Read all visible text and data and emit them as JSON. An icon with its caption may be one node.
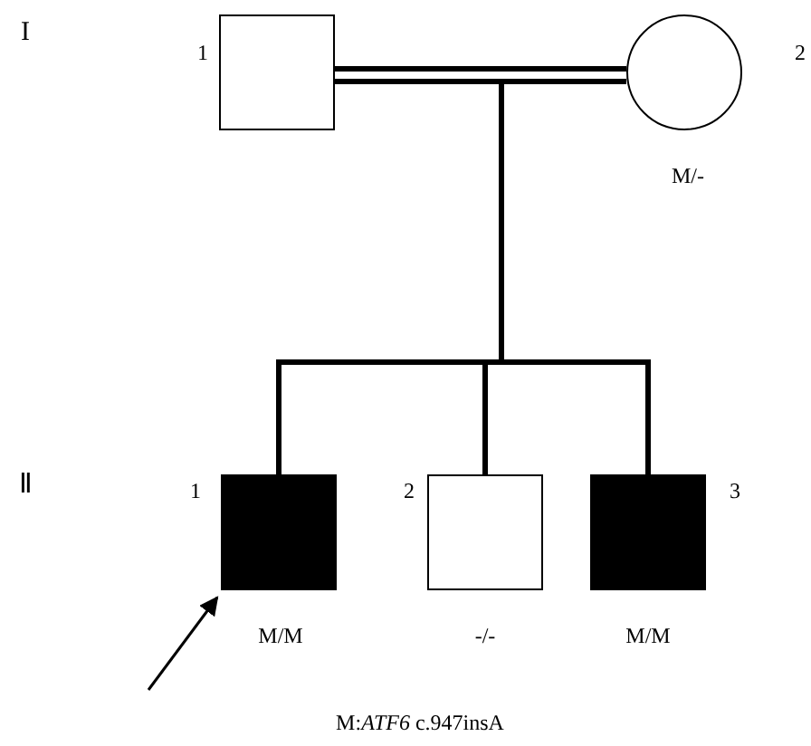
{
  "diagram": {
    "caption": "M:*ATF6* c.947insA",
    "nodes": [
      {
        "text": [],
        "shape": "box",
        "beside": [
          "1"
        ]
      },
      {
        "text": [],
        "shape": "circle",
        "beside": [
          "2",
          "M/-"
        ]
      },
      {
        "text": [],
        "shape": "filled-box",
        "beside": [
          "1",
          "M/M"
        ]
      },
      {
        "text": [],
        "shape": "box",
        "beside": [
          "2",
          "-/-"
        ]
      },
      {
        "text": [],
        "shape": "filled-box",
        "beside": [
          "3",
          "M/M"
        ]
      }
    ],
    "edges": [
      {
        "from": 0,
        "to": 1,
        "arrow": "none"
      },
      {
        "from": 0,
        "to": 2,
        "arrow": "none"
      },
      {
        "from": 0,
        "to": 3,
        "arrow": "none"
      },
      {
        "from": 0,
        "to": 4,
        "arrow": "none"
      },
      {
        "from": 1,
        "to": 2,
        "arrow": "none"
      },
      {
        "from": 1,
        "to": 3,
        "arrow": "none"
      },
      {
        "from": 1,
        "to": 4,
        "arrow": "none"
      },
      {
        "from": null,
        "to": 2,
        "arrow": "to"
      }
    ],
    "labels": [
      "I",
      "Ⅱ"
    ]
  }
}
